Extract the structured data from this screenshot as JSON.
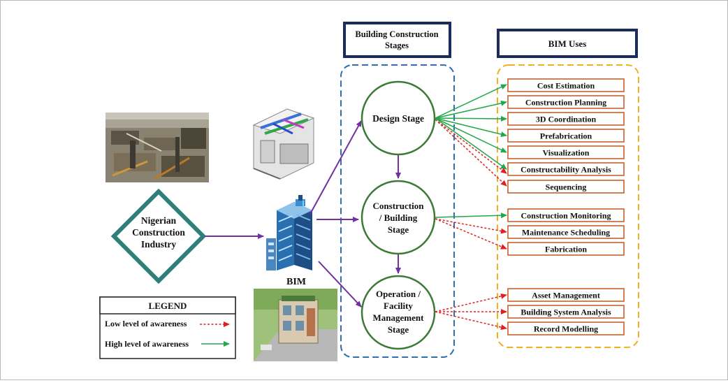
{
  "diagram": {
    "industry_lines": [
      "Nigerian",
      "Construction",
      "Industry"
    ],
    "bim_label": "BIM",
    "stages_header": [
      "Building Construction",
      "Stages"
    ],
    "uses_header": "BIM Uses",
    "stages": {
      "design": [
        "Design Stage"
      ],
      "construction": [
        "Construction",
        "/ Building",
        "Stage"
      ],
      "operation": [
        "Operation /",
        "Facility",
        "Management",
        "Stage"
      ]
    },
    "uses": {
      "cost": "Cost Estimation",
      "planning": "Construction Planning",
      "coord3d": "3D Coordination",
      "prefab": "Prefabrication",
      "visual": "Visualization",
      "constructability": "Constructability Analysis",
      "sequencing": "Sequencing",
      "monitoring": "Construction Monitoring",
      "maintenance": "Maintenance Scheduling",
      "fabrication": "Fabrication",
      "asset": "Asset Management",
      "bsa": "Building System Analysis",
      "record": "Record Modelling"
    },
    "legend": {
      "title": "LEGEND",
      "low": "Low level of awareness",
      "high": "High level of awareness"
    },
    "colors": {
      "diamond": "#2e7f7c",
      "purple": "#7030a0",
      "green": "#22a84a",
      "red": "#e02020",
      "circle": "#3c7a35",
      "stages_dash": "#2f6db5",
      "uses_dash": "#f0b020",
      "use_box": "#c0571b",
      "navy": "#1a2b5e"
    }
  }
}
